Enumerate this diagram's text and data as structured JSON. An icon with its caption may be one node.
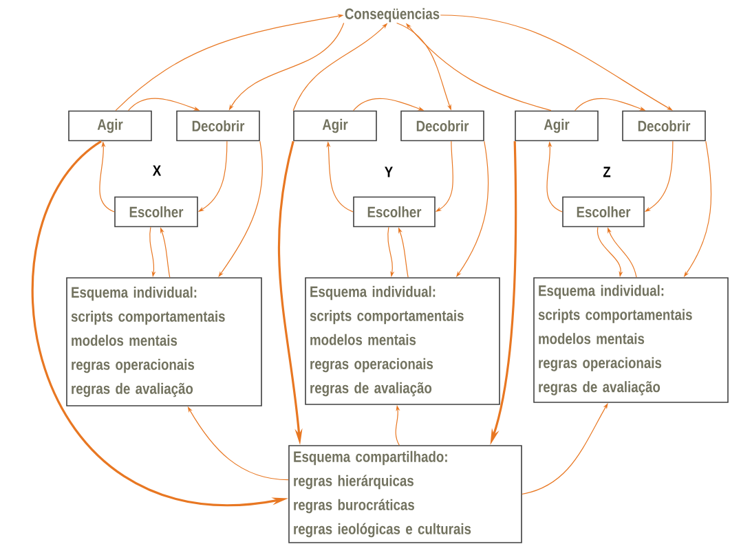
{
  "diagram": {
    "nodes": [
      {
        "text": [
          "Conseqüencias"
        ]
      },
      {
        "text": [
          "Agir"
        ]
      },
      {
        "text": [
          "Decobrir"
        ]
      },
      {
        "text": [
          "Escolher"
        ]
      },
      {
        "text": [
          "Esquema individual:",
          "scripts comportamentais",
          "modelos mentais",
          "regras operacionais",
          "regras de avaliação"
        ]
      },
      {
        "text": [
          "Agir"
        ]
      },
      {
        "text": [
          "Decobrir"
        ]
      },
      {
        "text": [
          "Escolher"
        ]
      },
      {
        "text": [
          "Esquema individual:",
          "scripts comportamentais",
          "modelos mentais",
          "regras operacionais",
          "regras de avaliação"
        ]
      },
      {
        "text": [
          "Agir"
        ]
      },
      {
        "text": [
          "Decobrir"
        ]
      },
      {
        "text": [
          "Escolher"
        ]
      },
      {
        "text": [
          "Esquema individual:",
          "scripts comportamentais",
          "modelos mentais",
          "regras operacionais",
          "regras de avaliação"
        ]
      },
      {
        "text": [
          "Esquema compartilhado:",
          "regras hierárquicas",
          "regras burocráticas",
          "regras ieológicas e culturais"
        ]
      }
    ],
    "edges": [
      {
        "from": 1,
        "to": 0,
        "arrow": "to"
      },
      {
        "from": 1,
        "to": 2,
        "arrow": "to"
      },
      {
        "from": 0,
        "to": 2,
        "arrow": "to"
      },
      {
        "from": 2,
        "to": 3,
        "arrow": "to"
      },
      {
        "from": 3,
        "to": 1,
        "arrow": "to"
      },
      {
        "from": 3,
        "to": 4,
        "arrow": "to"
      },
      {
        "from": 4,
        "to": 3,
        "arrow": "to"
      },
      {
        "from": 2,
        "to": 4,
        "arrow": "to"
      },
      {
        "from": 1,
        "to": 13,
        "arrow": "to",
        "style": "thick"
      },
      {
        "from": 13,
        "to": 4,
        "arrow": "to"
      },
      {
        "from": 5,
        "to": 0,
        "arrow": "to"
      },
      {
        "from": 5,
        "to": 6,
        "arrow": "to"
      },
      {
        "from": 0,
        "to": 6,
        "arrow": "to"
      },
      {
        "from": 6,
        "to": 7,
        "arrow": "to"
      },
      {
        "from": 7,
        "to": 5,
        "arrow": "to"
      },
      {
        "from": 7,
        "to": 8,
        "arrow": "to"
      },
      {
        "from": 8,
        "to": 7,
        "arrow": "to"
      },
      {
        "from": 6,
        "to": 8,
        "arrow": "to"
      },
      {
        "from": 5,
        "to": 13,
        "arrow": "to",
        "style": "thick"
      },
      {
        "from": 13,
        "to": 8,
        "arrow": "to"
      },
      {
        "from": 9,
        "to": 0,
        "arrow": "to"
      },
      {
        "from": 9,
        "to": 10,
        "arrow": "to"
      },
      {
        "from": 0,
        "to": 10,
        "arrow": "to"
      },
      {
        "from": 10,
        "to": 11,
        "arrow": "to"
      },
      {
        "from": 11,
        "to": 9,
        "arrow": "to"
      },
      {
        "from": 11,
        "to": 12,
        "arrow": "to"
      },
      {
        "from": 12,
        "to": 11,
        "arrow": "to"
      },
      {
        "from": 10,
        "to": 12,
        "arrow": "to"
      },
      {
        "from": 9,
        "to": 13,
        "arrow": "to",
        "style": "thick"
      },
      {
        "from": 13,
        "to": 12,
        "arrow": "to"
      }
    ],
    "labels": [
      "X",
      "Y",
      "Z"
    ]
  }
}
